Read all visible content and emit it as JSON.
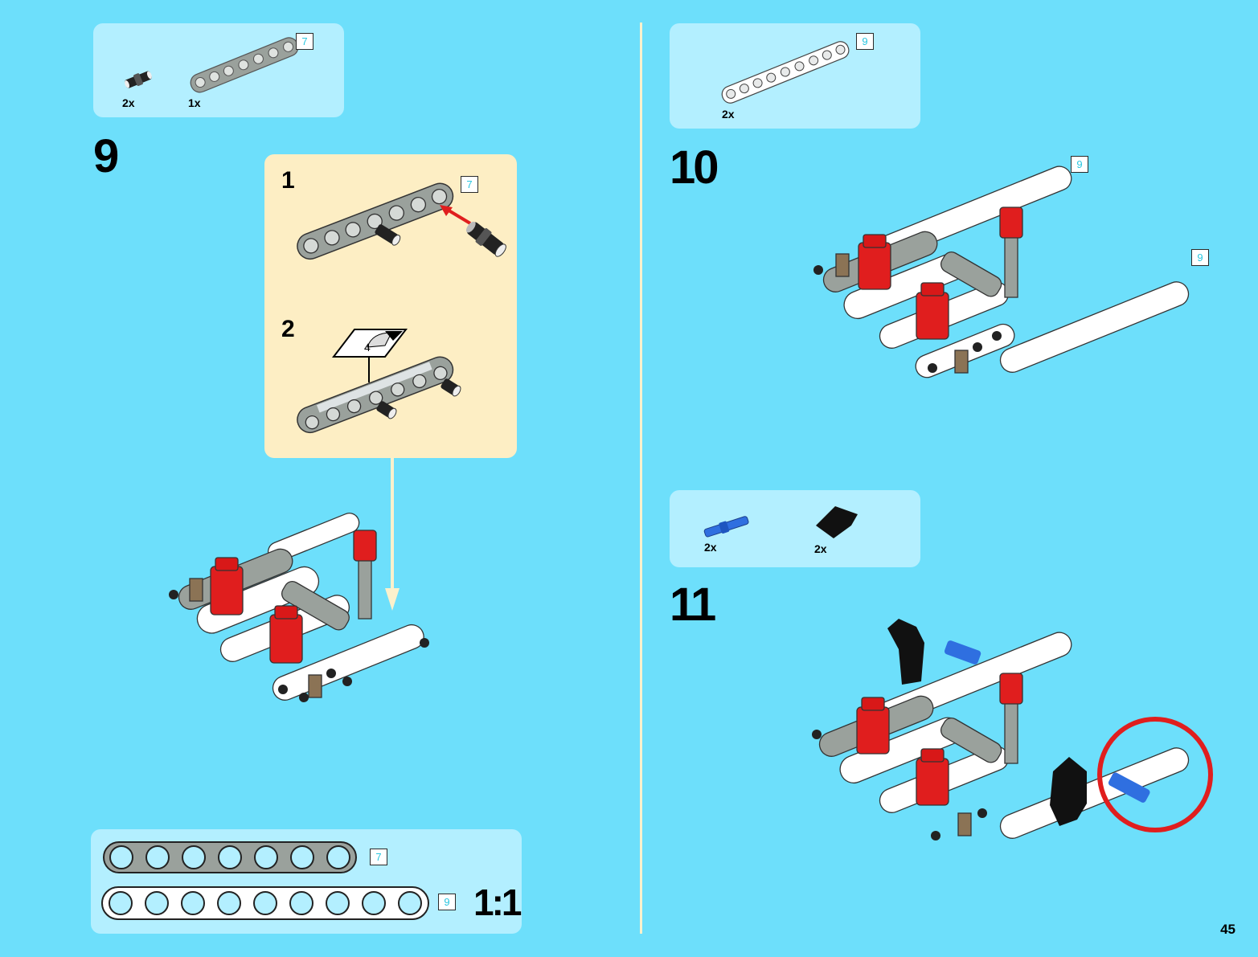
{
  "page": {
    "number": "45"
  },
  "step9": {
    "number": "9",
    "parts": [
      {
        "qty": "2x",
        "icon": "black-pin-with-bush",
        "length": ""
      },
      {
        "qty": "1x",
        "icon": "gray-beam-7",
        "length": "7"
      }
    ],
    "parts_length_tag": "7",
    "substeps": [
      {
        "number": "1",
        "length_tag": "7"
      },
      {
        "number": "2",
        "sticker_number": "4"
      }
    ]
  },
  "step10": {
    "number": "10",
    "parts": [
      {
        "qty": "2x",
        "icon": "white-beam-9"
      }
    ],
    "parts_length_tag": "9",
    "callout_tags": [
      "9",
      "9"
    ]
  },
  "step11": {
    "number": "11",
    "parts": [
      {
        "qty": "2x",
        "icon": "blue-pin"
      },
      {
        "qty": "2x",
        "icon": "black-angle-connector"
      }
    ],
    "highlight_color": "#e01e1e"
  },
  "ruler": {
    "scale_label": "1:1",
    "beams": [
      {
        "length_tag": "7",
        "color": "#9aa19c"
      },
      {
        "length_tag": "9",
        "color": "#ffffff"
      }
    ]
  },
  "colors": {
    "background": "#6ddffb",
    "panel": "#b3efff",
    "subpanel": "#fdeec4",
    "accent_red": "#e01e1e",
    "tag_text": "#29c6e0"
  }
}
